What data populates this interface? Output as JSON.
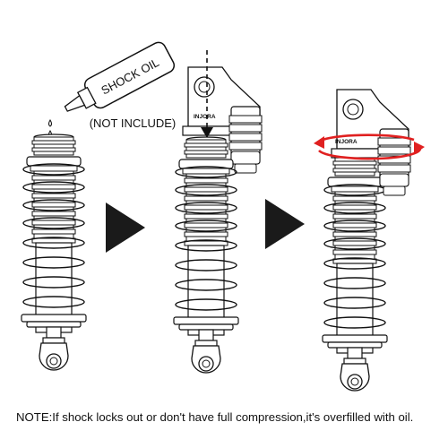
{
  "bottle": {
    "label": "SHOCK OIL",
    "caption": "(NOT INCLUDE)"
  },
  "cap_brand": "INJORA",
  "note": "NOTE:If shock locks out or don't have full compression,it's overfilled with oil.",
  "steps": [
    {
      "id": "step-1",
      "content": "pour shock oil into open shock body"
    },
    {
      "id": "step-2",
      "content": "cap pressed down onto shock body"
    },
    {
      "id": "step-3",
      "content": "cap screwed on by rotating"
    }
  ],
  "colors": {
    "line": "#111111",
    "arrow_fill": "#1a1a1a",
    "rotation_arrow": "#e02020"
  },
  "icons": [
    "oil-bottle-icon",
    "step-arrow-icon",
    "rotation-arrow-icon",
    "down-arrow-icon"
  ]
}
